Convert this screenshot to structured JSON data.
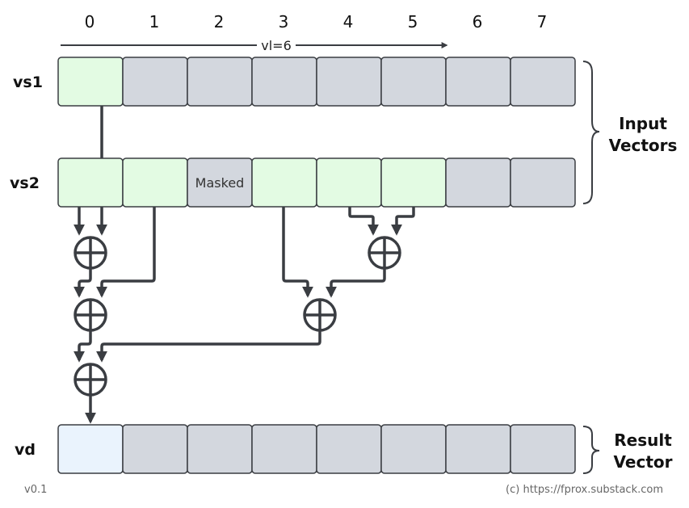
{
  "indices": [
    "0",
    "1",
    "2",
    "3",
    "4",
    "5",
    "6",
    "7"
  ],
  "vl_label": "vl=6",
  "rows": {
    "vs1": {
      "label": "vs1",
      "cells": [
        {
          "state": "active",
          "text": ""
        },
        {
          "state": "inactive",
          "text": ""
        },
        {
          "state": "inactive",
          "text": ""
        },
        {
          "state": "inactive",
          "text": ""
        },
        {
          "state": "inactive",
          "text": ""
        },
        {
          "state": "inactive",
          "text": ""
        },
        {
          "state": "inactive",
          "text": ""
        },
        {
          "state": "inactive",
          "text": ""
        }
      ]
    },
    "vs2": {
      "label": "vs2",
      "cells": [
        {
          "state": "active",
          "text": ""
        },
        {
          "state": "active",
          "text": ""
        },
        {
          "state": "inactive",
          "text": "Masked"
        },
        {
          "state": "active",
          "text": ""
        },
        {
          "state": "active",
          "text": ""
        },
        {
          "state": "active",
          "text": ""
        },
        {
          "state": "inactive",
          "text": ""
        },
        {
          "state": "inactive",
          "text": ""
        }
      ]
    },
    "vd": {
      "label": "vd",
      "cells": [
        {
          "state": "result",
          "text": ""
        },
        {
          "state": "inactive",
          "text": ""
        },
        {
          "state": "inactive",
          "text": ""
        },
        {
          "state": "inactive",
          "text": ""
        },
        {
          "state": "inactive",
          "text": ""
        },
        {
          "state": "inactive",
          "text": ""
        },
        {
          "state": "inactive",
          "text": ""
        },
        {
          "state": "inactive",
          "text": ""
        }
      ]
    }
  },
  "groups": {
    "input": {
      "line1": "Input",
      "line2": "Vectors"
    },
    "result": {
      "line1": "Result",
      "line2": "Vector"
    }
  },
  "footer": {
    "version": "v0.1",
    "credit": "(c) https://fprox.substack.com"
  },
  "colors": {
    "active": "#e3fbe3",
    "inactive": "#d3d7de",
    "result": "#eaf3fd",
    "cell_border": "#3a3d42",
    "wire": "#3a3d42"
  }
}
